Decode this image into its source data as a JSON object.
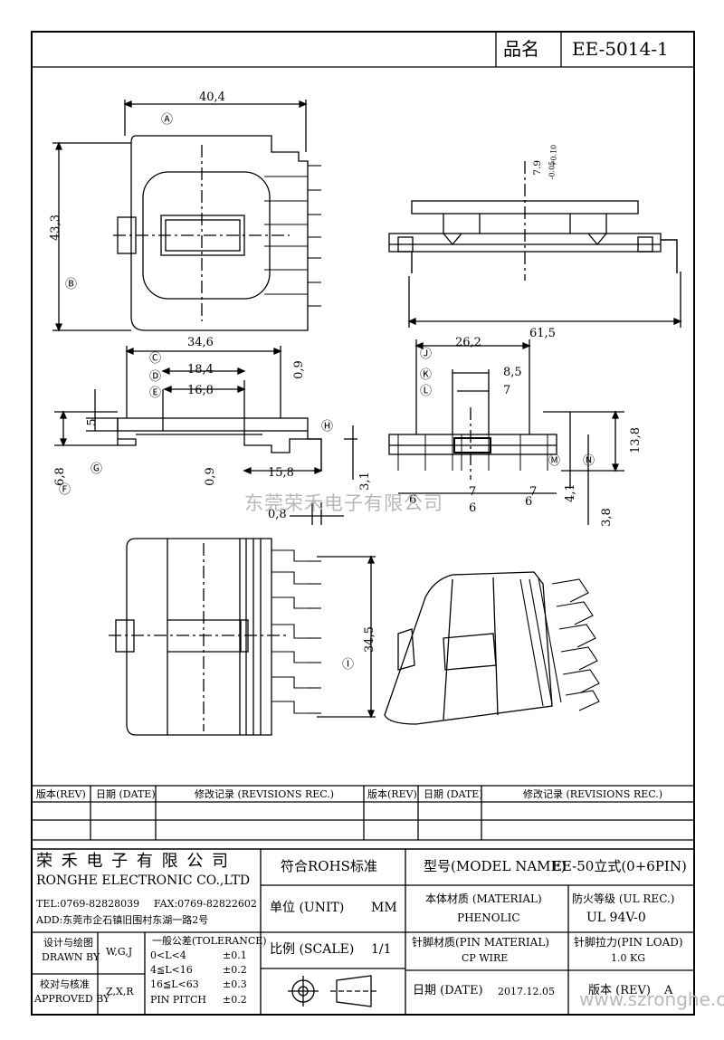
{
  "header": {
    "part_label": "品名",
    "part_number": "EE-5014-1"
  },
  "dimensions": {
    "d1": "40,4",
    "d2": "43,3",
    "d3": "61,5",
    "d4": "34,6",
    "d5": "18,4",
    "d6": "16,8",
    "d7": "0,9",
    "d8": "5",
    "d9": "6,8",
    "d10": "0,9",
    "d11": "15,8",
    "d12": "0,8",
    "d13": "26,2",
    "d14": "8,5",
    "d15": "7",
    "d16": "13,8",
    "d17": "3,1",
    "d18": "6",
    "d19": "7",
    "d20": "6",
    "d21": "7",
    "d22": "6",
    "d23": "4,1",
    "d24": "3,8",
    "d25": "34,5",
    "d26": "7.9",
    "d27": "+0.10",
    "d28": "-0.05"
  },
  "callouts": {
    "A": "Ⓐ",
    "B": "Ⓑ",
    "C": "Ⓒ",
    "D": "Ⓓ",
    "E": "Ⓔ",
    "F": "Ⓕ",
    "G": "Ⓖ",
    "H": "Ⓗ",
    "I": "Ⓘ",
    "J": "Ⓙ",
    "K": "Ⓚ",
    "L": "Ⓛ",
    "M": "Ⓜ",
    "N": "Ⓝ"
  },
  "watermark": {
    "center": "东莞荣禾电子有限公司",
    "corner": "www.szronghe.com"
  },
  "revisions": {
    "rev_label": "版本(REV)",
    "date_label": "日期 (DATE)",
    "record_label": "修改记录 (REVISIONS REC.)",
    "rev_label2": "版本(REV)",
    "date_label2": "日期 (DATE)",
    "record_label2": "修改记录 (REVISIONS REC.)"
  },
  "company": {
    "name_cn": "荣 禾 电 子 有 限 公 司",
    "name_en": "RONGHE ELECTRONIC CO.,LTD",
    "tel": "TEL:0769-82828039",
    "fax": "FAX:0769-82822602",
    "address": "ADD:东莞市企石镇旧围村东湖一路2号"
  },
  "titleblock": {
    "rohs": "符合ROHS标准",
    "model_label": "型号(MODEL NAME)",
    "model_value": "EE-50立式(0+6PIN)",
    "unit_label": "单位 (UNIT)",
    "unit_value": "MM",
    "scale_label": "比例 (SCALE)",
    "scale_value": "1/1",
    "material_label": "本体材质 (MATERIAL)",
    "material_value": "PHENOLIC",
    "fire_label": "防火等级 (UL REC.)",
    "fire_value": "UL 94V-0",
    "pin_material_label": "针脚材质(PIN MATERIAL)",
    "pin_material_value": "CP WIRE",
    "pin_load_label": "针脚拉力(PIN LOAD)",
    "pin_load_value": "1.0 KG",
    "date_label": "日期 (DATE)",
    "date_value": "2017.12.05",
    "rev_label": "版本 (REV)",
    "rev_value": "A",
    "drawn_label_cn": "设计与绘图",
    "drawn_label_en": "DRAWN BY",
    "drawn_value": "W,G,J",
    "approved_label_cn": "校对与核准",
    "approved_label_en": "APPROVED BY",
    "approved_value": "Z,X,R",
    "tolerance_title": "一般公差(TOLERANCE)",
    "tol1_range": "0<L<4",
    "tol1_value": "±0.1",
    "tol2_range": "4≦L<16",
    "tol2_value": "±0.2",
    "tol3_range": "16≦L<63",
    "tol3_value": "±0.3",
    "tol4_range": "PIN PITCH",
    "tol4_value": "±0.2"
  }
}
